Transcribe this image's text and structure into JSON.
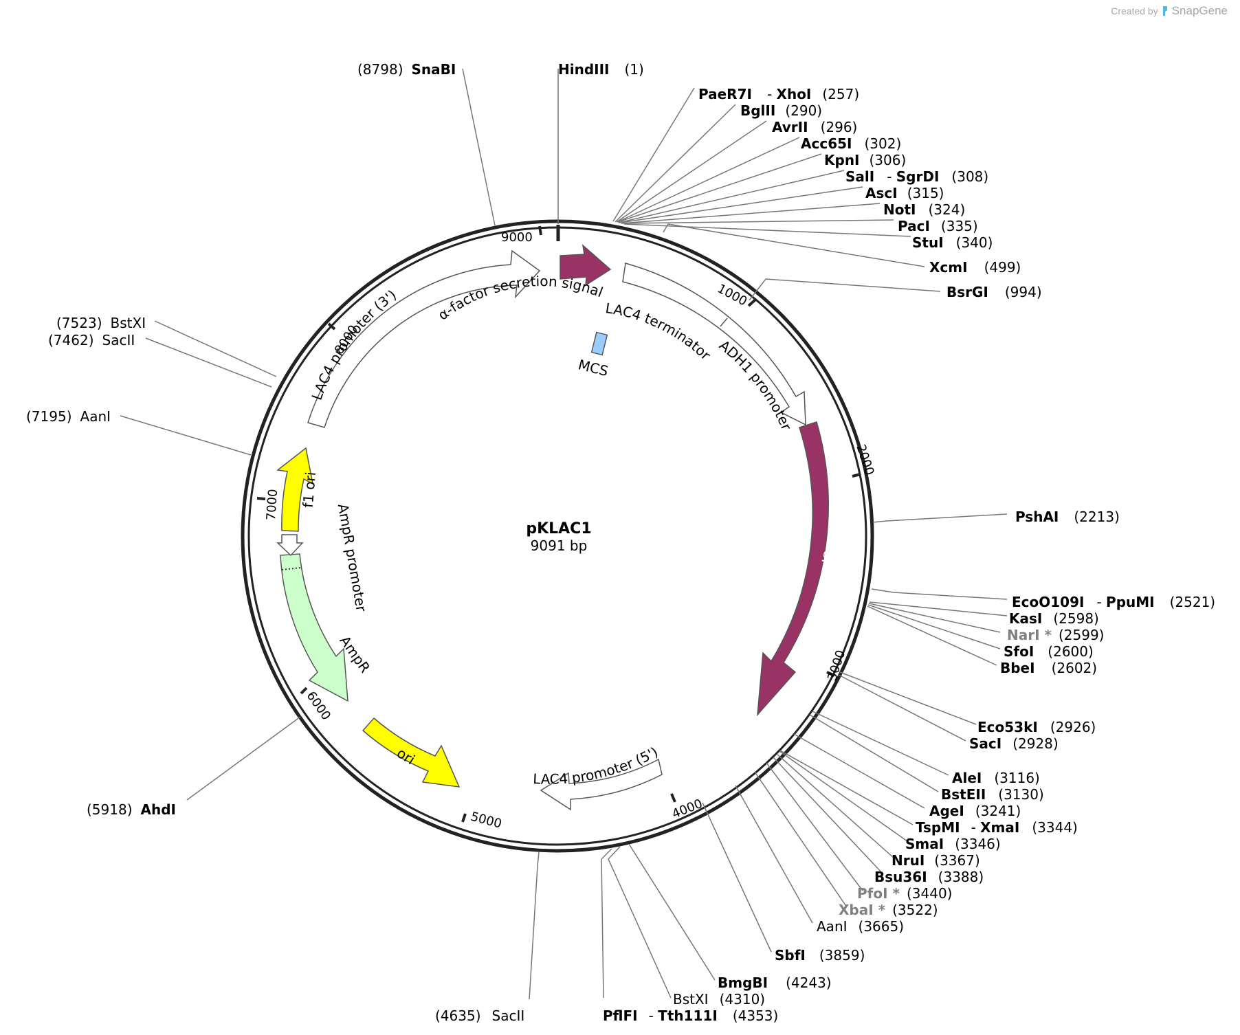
{
  "credit": {
    "created_by": "Created by",
    "brand": "SnapGene"
  },
  "plasmid": {
    "name": "pKLAC1",
    "size_label": "9091 bp",
    "length_bp": 9091
  },
  "ticks": [
    {
      "pos": 1000,
      "label": "1000"
    },
    {
      "pos": 2000,
      "label": "2000"
    },
    {
      "pos": 3000,
      "label": "3000"
    },
    {
      "pos": 4000,
      "label": "4000"
    },
    {
      "pos": 5000,
      "label": "5000"
    },
    {
      "pos": 6000,
      "label": "6000"
    },
    {
      "pos": 7000,
      "label": "7000"
    },
    {
      "pos": 8000,
      "label": "8000"
    },
    {
      "pos": 9000,
      "label": "9000"
    }
  ],
  "features": [
    {
      "name": "α-factor secretion signal",
      "color": "#ffffff"
    },
    {
      "name": "LAC4 promoter (3')",
      "color": "#ffffff"
    },
    {
      "name": "MCS",
      "color": "#99ccff"
    },
    {
      "name": "LAC4 terminator",
      "color": "#ffffff"
    },
    {
      "name": "ADH1 promoter",
      "color": "#ffffff"
    },
    {
      "name": "amdS",
      "color": "#993366"
    },
    {
      "name": "LAC4 promoter (5')",
      "color": "#ffffff"
    },
    {
      "name": "ori",
      "color": "#ffff00"
    },
    {
      "name": "AmpR",
      "color": "#ccffcc"
    },
    {
      "name": "AmpR promoter",
      "color": "#ffffff"
    },
    {
      "name": "f1 ori",
      "color": "#ffff00"
    }
  ],
  "sites": [
    {
      "name": "HindIII",
      "pos": "(1)",
      "bold": true
    },
    {
      "name": "PaeR7I",
      "name2": "XhoI",
      "pos": "(257)",
      "bold": true
    },
    {
      "name": "BglII",
      "pos": "(290)",
      "bold": true
    },
    {
      "name": "AvrII",
      "pos": "(296)",
      "bold": true
    },
    {
      "name": "Acc65I",
      "pos": "(302)",
      "bold": true
    },
    {
      "name": "KpnI",
      "pos": "(306)",
      "bold": true
    },
    {
      "name": "SalI",
      "name2": "SgrDI",
      "pos": "(308)",
      "bold": true
    },
    {
      "name": "AscI",
      "pos": "(315)",
      "bold": true
    },
    {
      "name": "NotI",
      "pos": "(324)",
      "bold": true
    },
    {
      "name": "PacI",
      "pos": "(335)",
      "bold": true
    },
    {
      "name": "StuI",
      "pos": "(340)",
      "bold": true
    },
    {
      "name": "XcmI",
      "pos": "(499)",
      "bold": true
    },
    {
      "name": "BsrGI",
      "pos": "(994)",
      "bold": true
    },
    {
      "name": "PshAI",
      "pos": "(2213)",
      "bold": true
    },
    {
      "name": "EcoO109I",
      "name2": "PpuMI",
      "pos": "(2521)",
      "bold": true
    },
    {
      "name": "KasI",
      "pos": "(2598)",
      "bold": true
    },
    {
      "name": "NarI *",
      "pos": "(2599)",
      "bold": true,
      "dim": true
    },
    {
      "name": "SfoI",
      "pos": "(2600)",
      "bold": true
    },
    {
      "name": "BbeI",
      "pos": "(2602)",
      "bold": true
    },
    {
      "name": "Eco53kI",
      "pos": "(2926)",
      "bold": true
    },
    {
      "name": "SacI",
      "pos": "(2928)",
      "bold": true
    },
    {
      "name": "AleI",
      "pos": "(3116)",
      "bold": true
    },
    {
      "name": "BstEII",
      "pos": "(3130)",
      "bold": true
    },
    {
      "name": "AgeI",
      "pos": "(3241)",
      "bold": true
    },
    {
      "name": "TspMI",
      "name2": "XmaI",
      "pos": "(3344)",
      "bold": true
    },
    {
      "name": "SmaI",
      "pos": "(3346)",
      "bold": true
    },
    {
      "name": "NruI",
      "pos": "(3367)",
      "bold": true
    },
    {
      "name": "Bsu36I",
      "pos": "(3388)",
      "bold": true
    },
    {
      "name": "PfoI *",
      "pos": "(3440)",
      "bold": true,
      "dim": true
    },
    {
      "name": "XbaI *",
      "pos": "(3522)",
      "bold": true,
      "dim": true
    },
    {
      "name": "AanI",
      "pos": "(3665)",
      "bold": false
    },
    {
      "name": "SbfI",
      "pos": "(3859)",
      "bold": true
    },
    {
      "name": "BmgBI",
      "pos": "(4243)",
      "bold": true
    },
    {
      "name": "BstXI",
      "pos": "(4310)",
      "bold": false
    },
    {
      "name": "PflFI",
      "name2": "Tth111I",
      "pos": "(4353)",
      "bold": true
    },
    {
      "name": "SacII",
      "pos": "(4635)",
      "bold": false
    },
    {
      "name": "AhdI",
      "pos": "(5918)",
      "bold": true
    },
    {
      "name": "AanI",
      "pos": "(7195)",
      "bold": false
    },
    {
      "name": "SacII",
      "pos": "(7462)",
      "bold": false
    },
    {
      "name": "BstXI",
      "pos": "(7523)",
      "bold": false
    },
    {
      "name": "SnaBI",
      "pos": "(8798)",
      "bold": true
    }
  ]
}
